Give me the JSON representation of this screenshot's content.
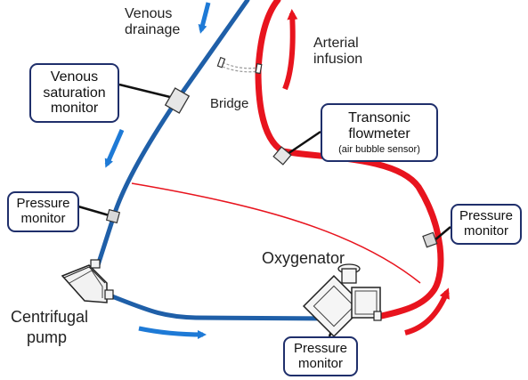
{
  "labels": {
    "venous_drainage": [
      "Venous",
      "drainage"
    ],
    "arterial_infusion": [
      "Arterial",
      "infusion"
    ],
    "bridge": "Bridge",
    "oxygenator": "Oxygenator",
    "centrifugal_pump": [
      "Centrifugal",
      "pump"
    ]
  },
  "boxes": {
    "venous_saturation_monitor": [
      "Venous",
      "saturation",
      "monitor"
    ],
    "transonic_flowmeter": [
      "Transonic",
      "flowmeter",
      "(air bubble sensor)"
    ],
    "pressure_monitor_left": [
      "Pressure",
      "monitor"
    ],
    "pressure_monitor_right": [
      "Pressure",
      "monitor"
    ],
    "pressure_monitor_bottom": [
      "Pressure",
      "monitor"
    ]
  },
  "colors": {
    "venous_line": "#1f5fa8",
    "arterial_line": "#e8141e",
    "flow_arrow_blue": "#1e7ad6",
    "box_border": "#1f2f6b"
  }
}
